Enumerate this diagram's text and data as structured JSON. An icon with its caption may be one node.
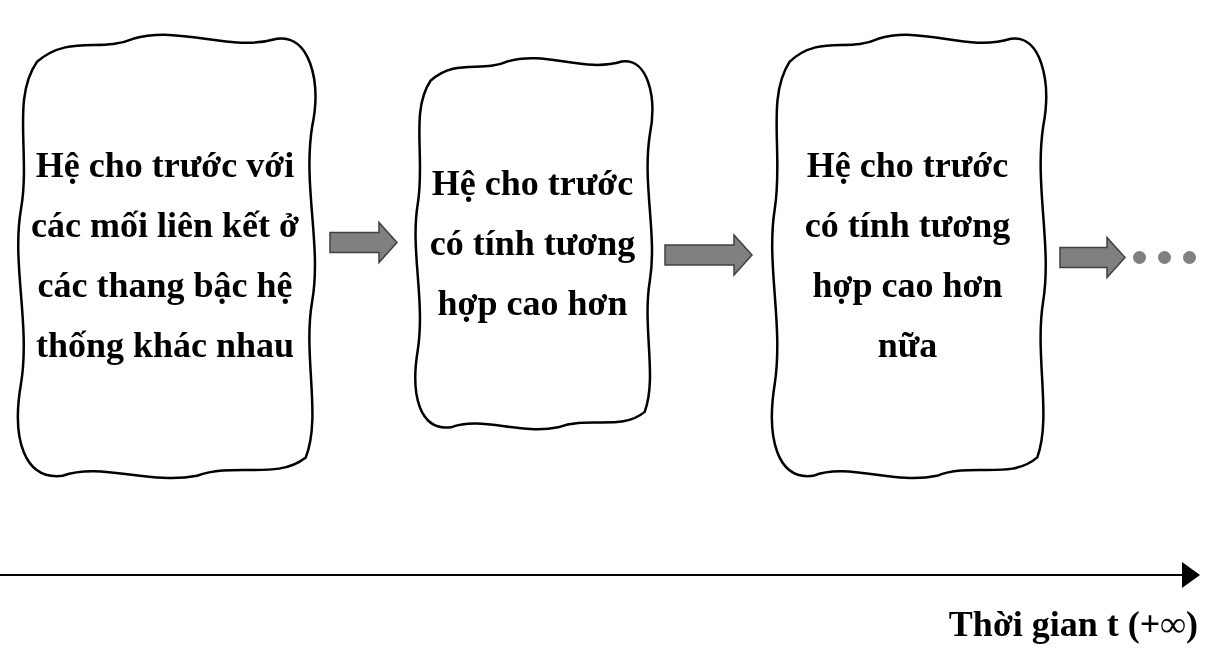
{
  "diagram": {
    "nodes": [
      {
        "text": [
          "Hệ cho trước với các mối liên kết ở các thang bậc hệ thống khác nhau"
        ]
      },
      {
        "text": [
          "Hệ cho trước có tính tương hợp cao hơn"
        ]
      },
      {
        "text": [
          "Hệ cho trước có tính tương hợp cao hơn nữa"
        ]
      },
      {
        "text": [],
        "shape": "circle"
      },
      {
        "text": [],
        "shape": "circle"
      },
      {
        "text": [],
        "shape": "circle"
      }
    ],
    "edges": [
      {
        "from": 0,
        "to": 1,
        "arrow": "to",
        "style": "thick"
      },
      {
        "from": 1,
        "to": 2,
        "arrow": "to",
        "style": "thick"
      },
      {
        "from": 2,
        "to": 3,
        "arrow": "to",
        "style": "thick"
      }
    ],
    "labels": [
      "Thời gian t (+∞)"
    ]
  }
}
